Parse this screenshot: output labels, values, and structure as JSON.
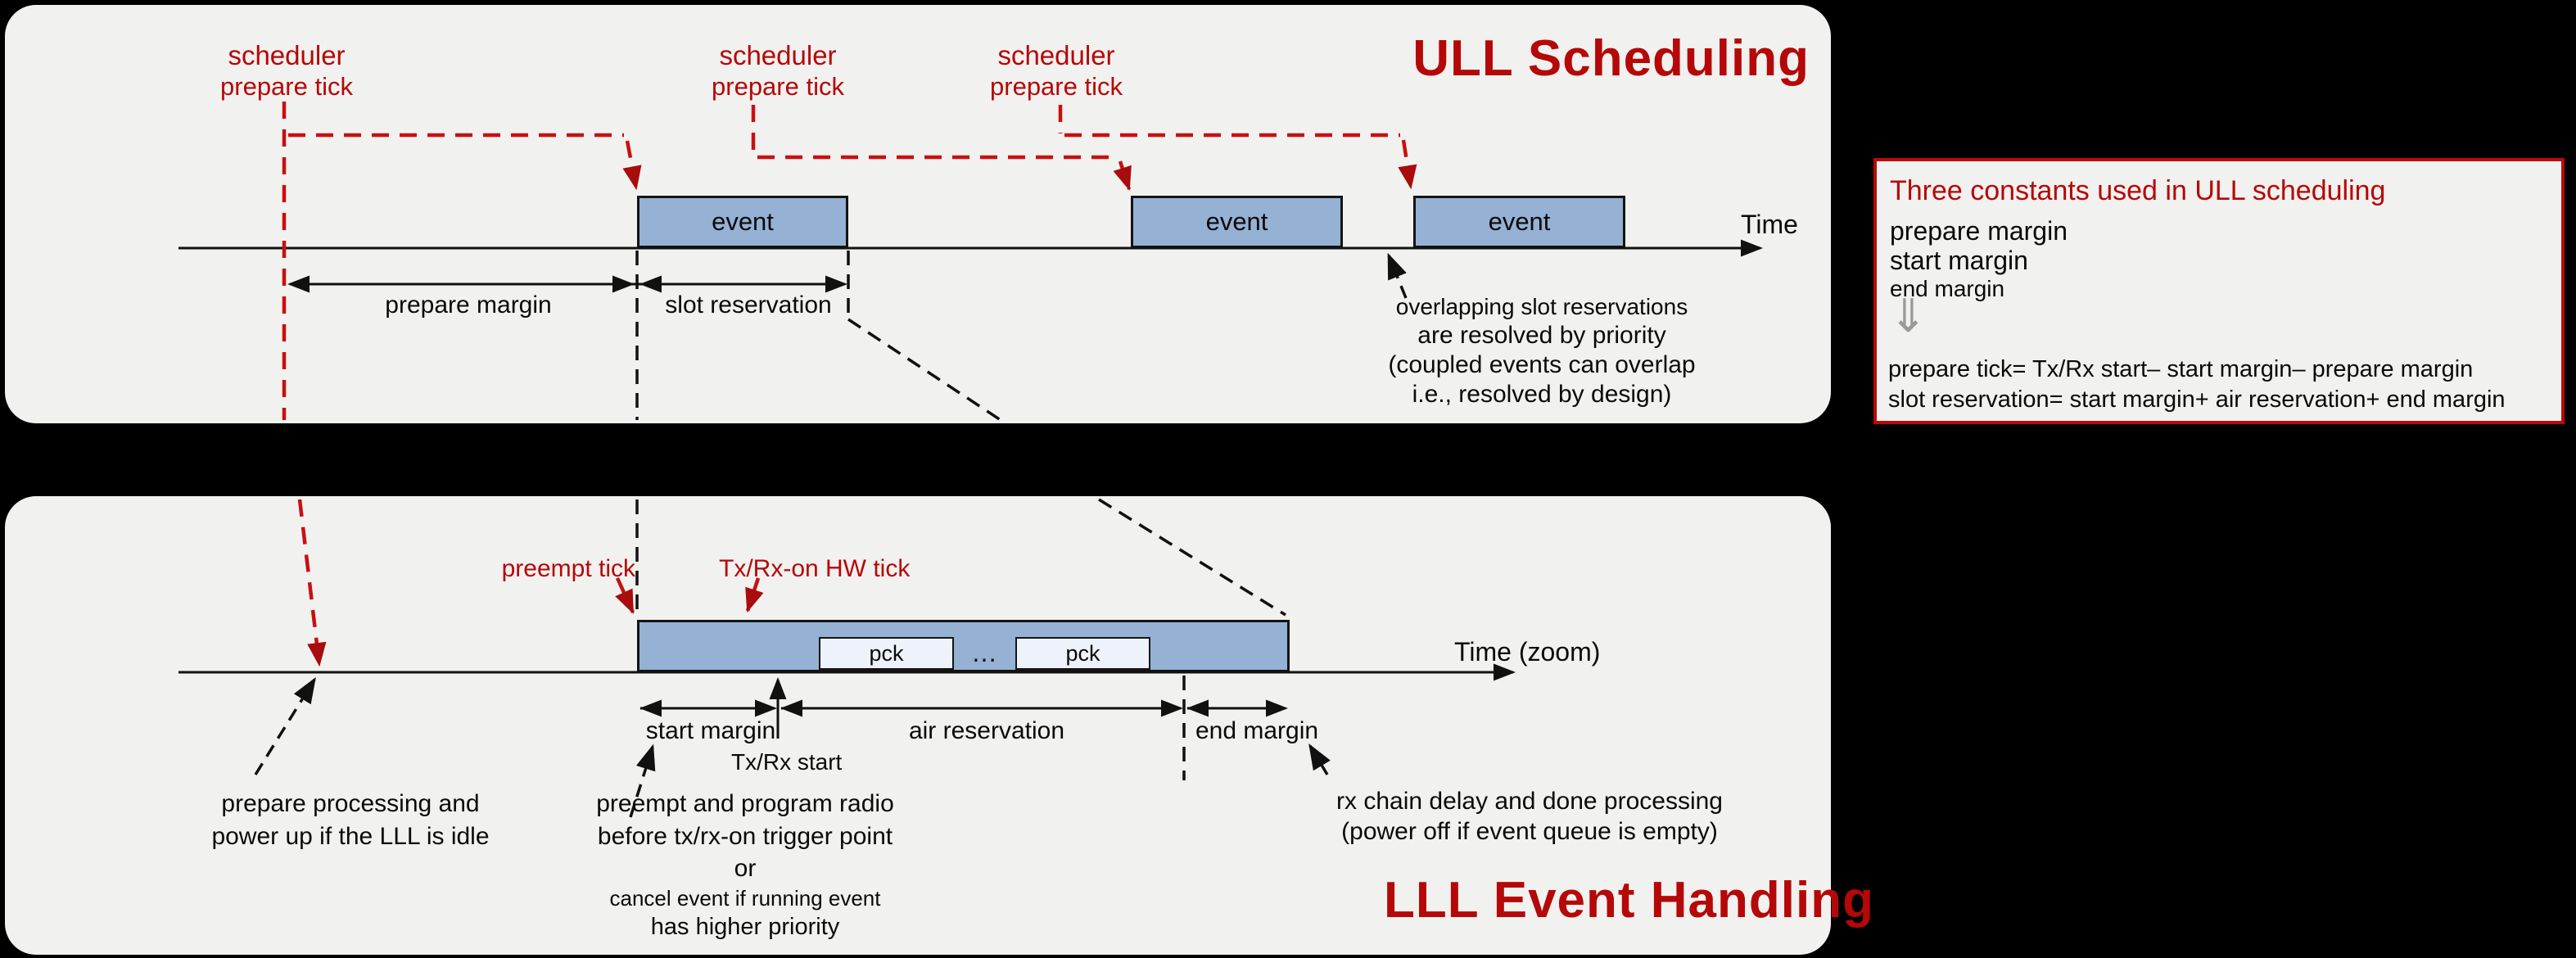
{
  "colors": {
    "page_bg": "#000000",
    "panel_bg": "#f1f1ef",
    "accent_red_text": "#b50808",
    "red_dashed_line": "#c81010",
    "event_fill": "#95b1d4",
    "pck_fill": "#eef2fa",
    "constants_box_border": "#bb0808"
  },
  "top_panel": {
    "title": "ULL Scheduling",
    "time_label": "Time",
    "scheduler_ticks": [
      {
        "line1": "scheduler",
        "line2": "prepare tick"
      },
      {
        "line1": "scheduler",
        "line2": "prepare tick"
      },
      {
        "line1": "scheduler",
        "line2": "prepare tick"
      }
    ],
    "events": [
      "event",
      "event",
      "event"
    ],
    "prepare_margin": "prepare margin",
    "slot_reservation": "slot reservation",
    "overlap_note": {
      "line1": "overlapping slot reservations",
      "line2": "are resolved by priority",
      "line3": "(coupled events can overlap",
      "line4": "i.e., resolved by design)"
    }
  },
  "constants_box": {
    "title": "Three constants used in ULL scheduling",
    "item1": "prepare margin",
    "item2": "start margin",
    "item3": "end margin",
    "arrow_glyph": "⇓",
    "formula1": "prepare tick= Tx/Rx start– start margin– prepare margin",
    "formula2": "slot reservation= start margin+ air reservation+ end margin"
  },
  "bottom_panel": {
    "title": "LLL Event Handling",
    "time_label": "Time (zoom)",
    "preempt_tick": "preempt tick",
    "txrx_on_hw_tick": "Tx/Rx-on HW tick",
    "pck1": "pck",
    "pck2": "pck",
    "dots": "…",
    "start_margin": "start margin",
    "air_reservation": "air reservation",
    "end_margin": "end margin",
    "txrx_start": "Tx/Rx start",
    "note_prepare": {
      "line1": "prepare processing and",
      "line2": "power up if the LLL is idle"
    },
    "note_preempt": {
      "line1": "preempt and program radio",
      "line2": "before tx/rx-on trigger point",
      "line3": "or",
      "line4": "cancel event if running event",
      "line5": "has higher priority"
    },
    "note_rx": {
      "line1": "rx chain delay and done processing",
      "line2": "(power off if event queue is empty)"
    }
  }
}
